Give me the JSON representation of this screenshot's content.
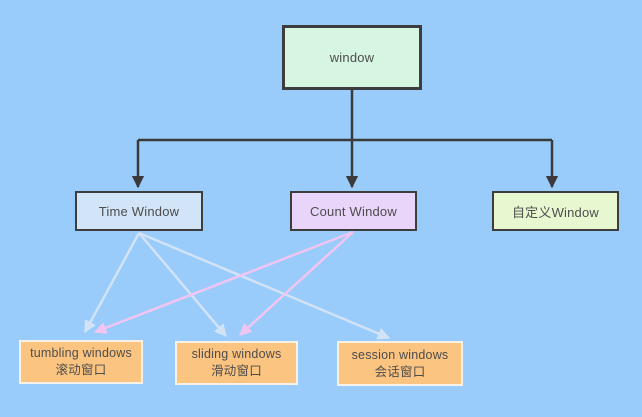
{
  "nodes": {
    "root": {
      "label": "window"
    },
    "level2": [
      {
        "id": "time-window",
        "label": "Time Window"
      },
      {
        "id": "count-window",
        "label": "Count Window"
      },
      {
        "id": "custom-window",
        "label": "自定义Window"
      }
    ],
    "level3": [
      {
        "id": "tumbling-windows",
        "label_en": "tumbling windows",
        "label_zh": "滚动窗口"
      },
      {
        "id": "sliding-windows",
        "label_en": "sliding windows",
        "label_zh": "滑动窗口"
      },
      {
        "id": "session-windows",
        "label_en": "session windows",
        "label_zh": "会话窗口"
      }
    ]
  },
  "edges": [
    {
      "from": "window",
      "to": "Time Window",
      "style": "black-arrow"
    },
    {
      "from": "window",
      "to": "Count Window",
      "style": "black-arrow"
    },
    {
      "from": "window",
      "to": "自定义Window",
      "style": "black-arrow"
    },
    {
      "from": "Time Window",
      "to": "tumbling windows",
      "style": "light-blue-arrow"
    },
    {
      "from": "Time Window",
      "to": "sliding windows",
      "style": "light-blue-arrow"
    },
    {
      "from": "Time Window",
      "to": "session windows",
      "style": "light-blue-arrow"
    },
    {
      "from": "Count Window",
      "to": "tumbling windows",
      "style": "pink-arrow"
    },
    {
      "from": "Count Window",
      "to": "sliding windows",
      "style": "pink-arrow"
    }
  ],
  "colors": {
    "background": "#99ccfa",
    "root_fill": "#d6f6e2",
    "time_window_fill": "#d2e4f8",
    "count_window_fill": "#e9d5f9",
    "custom_window_fill": "#e7f8d1",
    "leaf_fill": "#fbc480",
    "leaf_border": "#f8f1e8",
    "node_border": "#3d3d3d",
    "edge_black": "#3a3a3a",
    "edge_blue": "#d3e3f7",
    "edge_pink": "#f1c5f1",
    "text": "#4d4d4d"
  }
}
